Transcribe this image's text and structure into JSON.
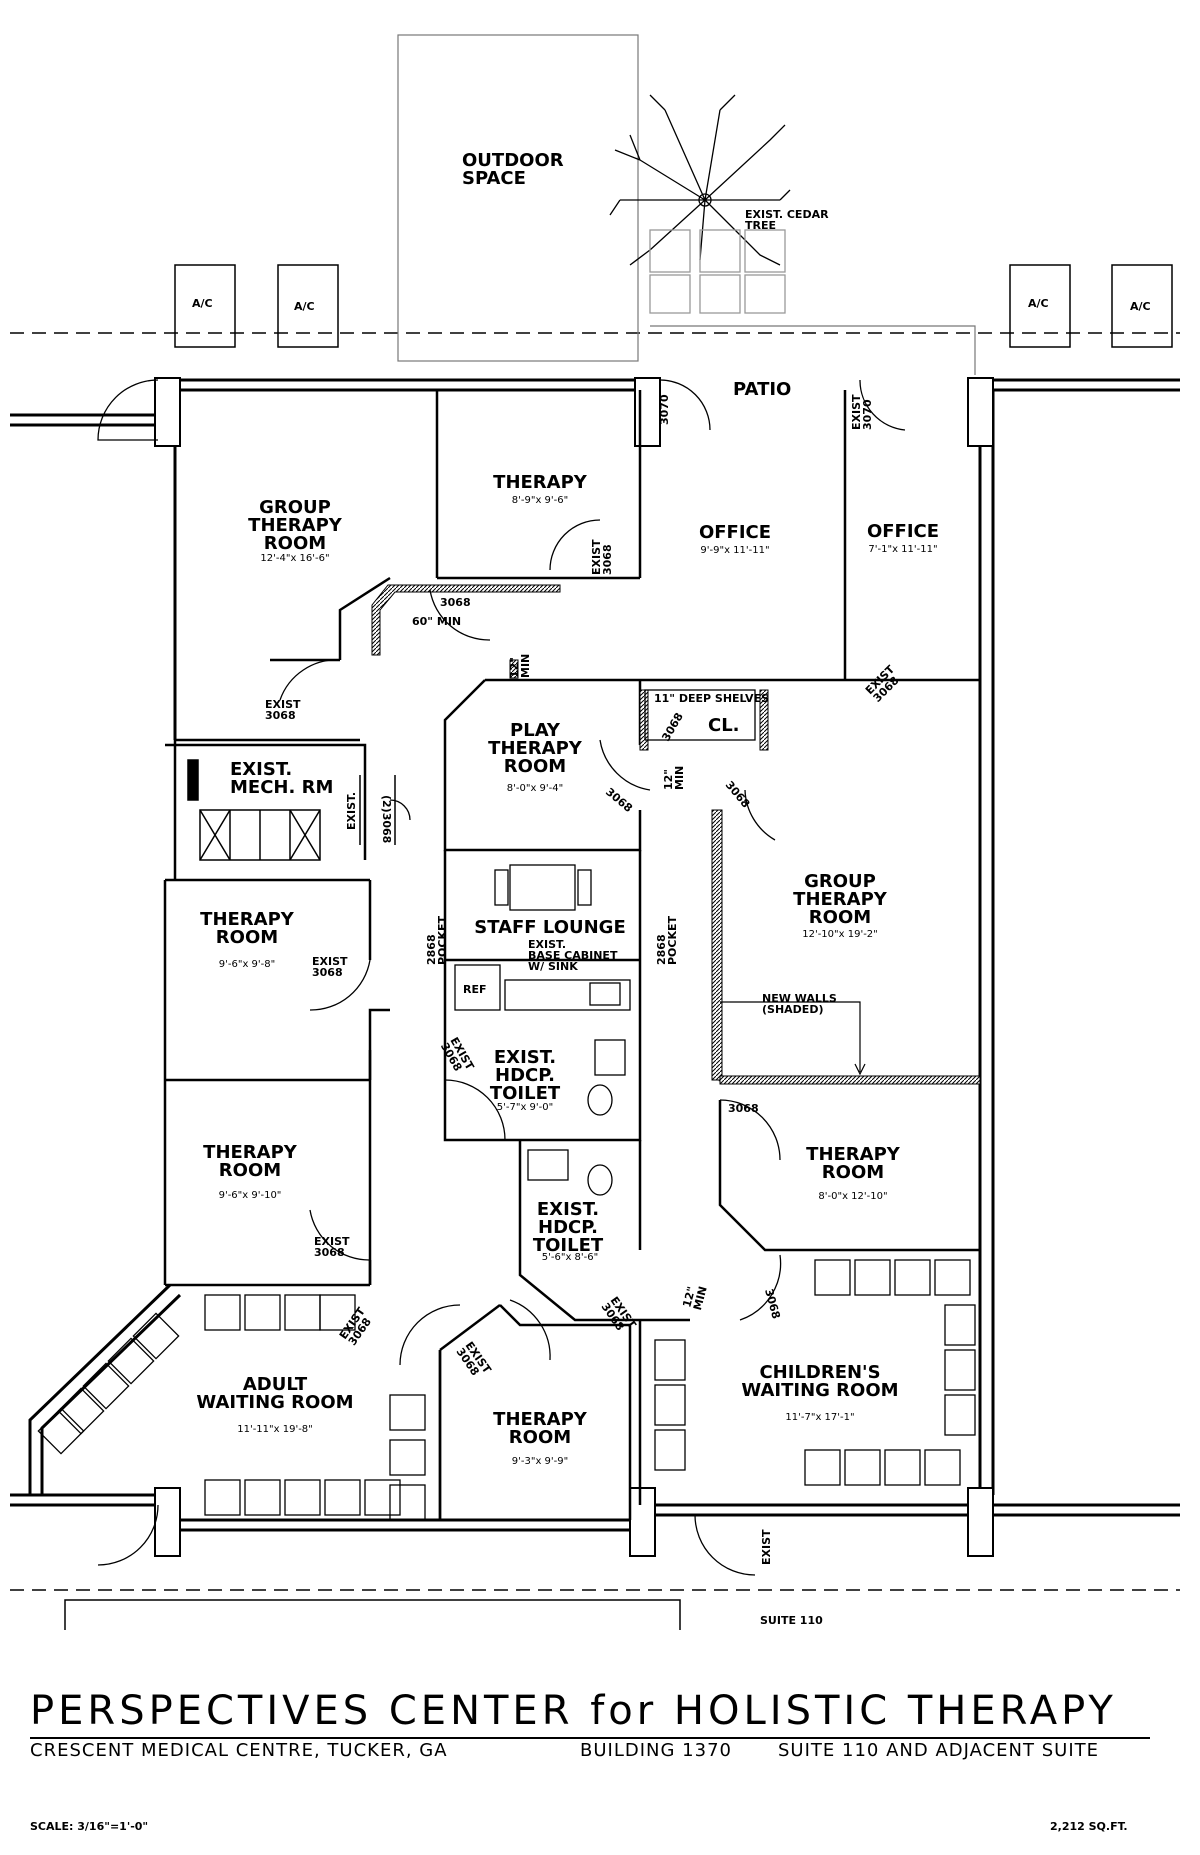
{
  "rooms": {
    "outdoor_space": "OUTDOOR\nSPACE",
    "cedar_tree": "EXIST. CEDAR\nTREE",
    "ac": "A/C",
    "patio": "PATIO",
    "group_therapy_1": "GROUP\nTHERAPY\nROOM",
    "group_therapy_1_dim": "12'-4\"x 16'-6\"",
    "therapy_top": "THERAPY",
    "therapy_top_dim": "8'-9\"x 9'-6\"",
    "office_1": "OFFICE",
    "office_1_dim": "9'-9\"x 11'-11\"",
    "office_2": "OFFICE",
    "office_2_dim": "7'-1\"x 11'-11\"",
    "mech_room": "EXIST.\nMECH. RM",
    "play_therapy": "PLAY\nTHERAPY\nROOM",
    "play_therapy_dim": "8'-0\"x 9'-4\"",
    "closet": "CL.",
    "shelves": "11\" DEEP SHELVES",
    "group_therapy_2": "GROUP\nTHERAPY\nROOM",
    "group_therapy_2_dim": "12'-10\"x 19'-2\"",
    "therapy_left_1": "THERAPY\nROOM",
    "therapy_left_1_dim": "9'-6\"x 9'-8\"",
    "staff_lounge": "STAFF LOUNGE",
    "base_cabinet": "EXIST.\nBASE CABINET\nW/ SINK",
    "ref": "REF",
    "toilet_1": "EXIST.\nHDCP.\nTOILET",
    "toilet_1_dim": "5'-7\"x 9'-0\"",
    "new_walls": "NEW WALLS\n(SHADED)",
    "therapy_left_2": "THERAPY\nROOM",
    "therapy_left_2_dim": "9'-6\"x 9'-10\"",
    "toilet_2": "EXIST.\nHDCP.\nTOILET",
    "toilet_2_dim": "5'-6\"x 8'-6\"",
    "therapy_right": "THERAPY\nROOM",
    "therapy_right_dim": "8'-0\"x 12'-10\"",
    "adult_waiting": "ADULT\nWAITING ROOM",
    "adult_waiting_dim": "11'-11\"x 19'-8\"",
    "therapy_bottom": "THERAPY\nROOM",
    "therapy_bottom_dim": "9'-3\"x 9'-9\"",
    "children_waiting": "CHILDREN'S\nWAITING ROOM",
    "children_waiting_dim": "11'-7\"x 17'-1\"",
    "suite": "SUITE 110"
  },
  "doors": {
    "d3070": "3070",
    "exist_3070": "EXIST\n3070",
    "exist_3068": "EXIST\n3068",
    "d3068": "3068",
    "sixty_min": "60\" MIN",
    "twelve_min": "12\"\nMIN",
    "mech_doors": "(2)3068",
    "exist": "EXIST.",
    "pocket": "2868\nPOCKET",
    "exist_plain": "EXIST"
  },
  "footer": {
    "title": "PERSPECTIVES CENTER for HOLISTIC THERAPY",
    "location": "CRESCENT MEDICAL CENTRE, TUCKER, GA",
    "building": "BUILDING 1370",
    "suite_note": "SUITE 110 AND ADJACENT SUITE",
    "scale": "SCALE: 3/16\"=1'-0\"",
    "area": "2,212 SQ.FT."
  }
}
